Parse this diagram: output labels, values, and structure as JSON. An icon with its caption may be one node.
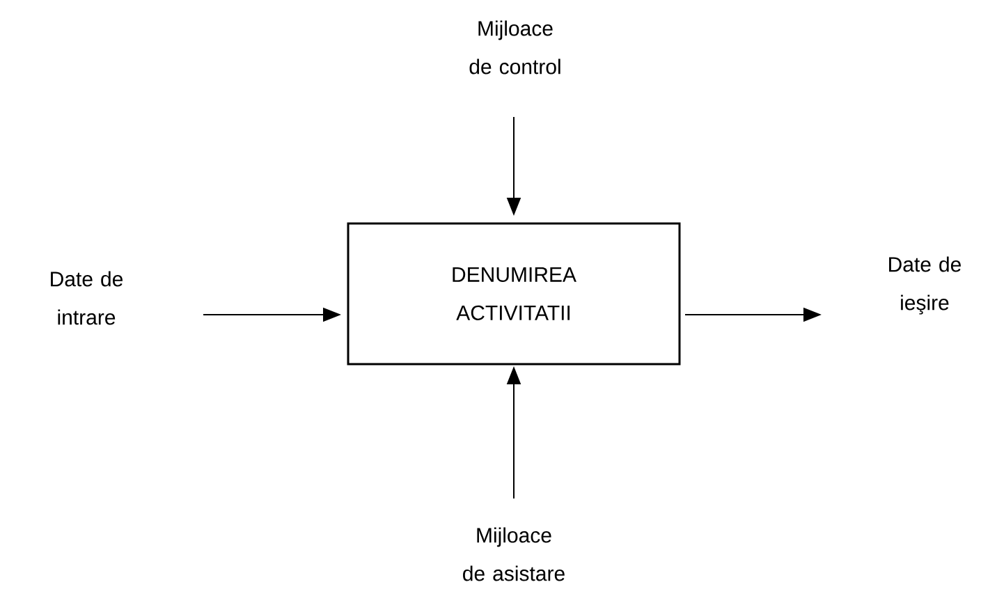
{
  "diagram": {
    "nodes": [
      {
        "text": [
          "Mijloace de control"
        ]
      },
      {
        "text": [
          "Date de intrare"
        ]
      },
      {
        "text": [
          "DENUMIREA ACTIVITATII"
        ]
      },
      {
        "text": [
          "Date de ieşire"
        ]
      },
      {
        "text": [
          "Mijloace de asistare"
        ]
      }
    ],
    "edges": [
      {
        "from": 0,
        "to": 2,
        "arrow": "to"
      },
      {
        "from": 1,
        "to": 2,
        "arrow": "to"
      },
      {
        "from": 2,
        "to": 3,
        "arrow": "to"
      },
      {
        "from": 4,
        "to": 2,
        "arrow": "to"
      }
    ]
  }
}
